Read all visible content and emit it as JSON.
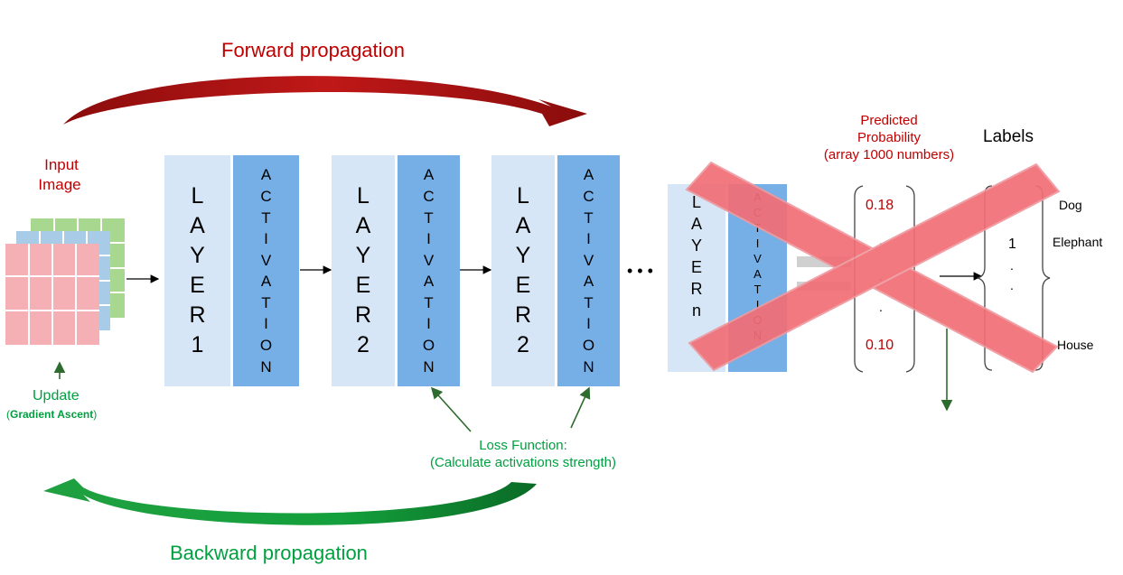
{
  "forward_label": "Forward propagation",
  "backward_label": "Backward propagation",
  "input": {
    "line1": "Input",
    "line2": "Image"
  },
  "update": {
    "line1": "Update",
    "paren_open": "(",
    "bold": "Gradient Ascent",
    "paren_close": ")"
  },
  "layers": [
    {
      "word": [
        "L",
        "A",
        "Y",
        "E",
        "R"
      ],
      "num": "1"
    },
    {
      "word": [
        "L",
        "A",
        "Y",
        "E",
        "R"
      ],
      "num": "2"
    },
    {
      "word": [
        "L",
        "A",
        "Y",
        "E",
        "R"
      ],
      "num": "2"
    },
    {
      "word": [
        "L",
        "A",
        "Y",
        "E",
        "R"
      ],
      "num": "n"
    }
  ],
  "activation_letters": [
    "A",
    "C",
    "T",
    "I",
    "V",
    "A",
    "T",
    "I",
    "O",
    "N"
  ],
  "ellipsis": "• • •",
  "loss": {
    "line1": "Loss Function:",
    "line2": "(Calculate activations strength)"
  },
  "predicted": {
    "line1": "Predicted",
    "line2": "Probability",
    "line3": "(array 1000 numbers)"
  },
  "prob_values": {
    "top": "0.18",
    "dot1": ".",
    "dot2": ".",
    "dot3": ".",
    "bottom": "0.10"
  },
  "labels_title": "Labels",
  "labels": {
    "dog": "Dog",
    "elephant": "Elephant",
    "one": "1",
    "dot1": ".",
    "dot2": ".",
    "house": "House"
  },
  "colors": {
    "red": "#c00000",
    "green": "#00a040",
    "layer": "#d6e6f6",
    "activation": "#76aee6",
    "cross": "#f07a80"
  }
}
